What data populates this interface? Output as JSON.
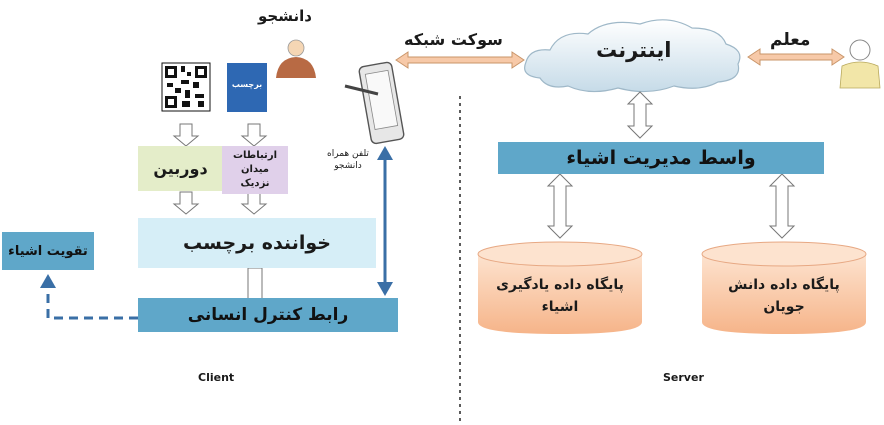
{
  "labels": {
    "student": "دانشجو",
    "teacher": "معلم",
    "network_socket": "سوکت شبکه",
    "internet": "اینترنت",
    "student_phone": "تلفن همراه دانشجو",
    "tag_icon_text": "برچسب",
    "camera": "دوربین",
    "nfc": "ارتباطات میدان نزدیک",
    "tag_reader": "خواننده برچسب",
    "object_reinforcement": "تقویت اشیاء",
    "hci": "رابط کنترل انسانی",
    "iot_middleware": "واسط مدیریت اشیاء",
    "db_objects": "پایگاه داده یادگیری اشیاء",
    "db_students": "پایگاه داده دانش جویان",
    "client": "Client",
    "server": "Server"
  },
  "colors": {
    "light_blue": "#d6eef7",
    "teal_bar": "#5fa7c9",
    "green_box": "#e4edc9",
    "purple_box": "#e0d0ea",
    "orange_db": "#f8c9a6",
    "arrow_blue": "#3a6fa6",
    "divider": "#333333"
  }
}
